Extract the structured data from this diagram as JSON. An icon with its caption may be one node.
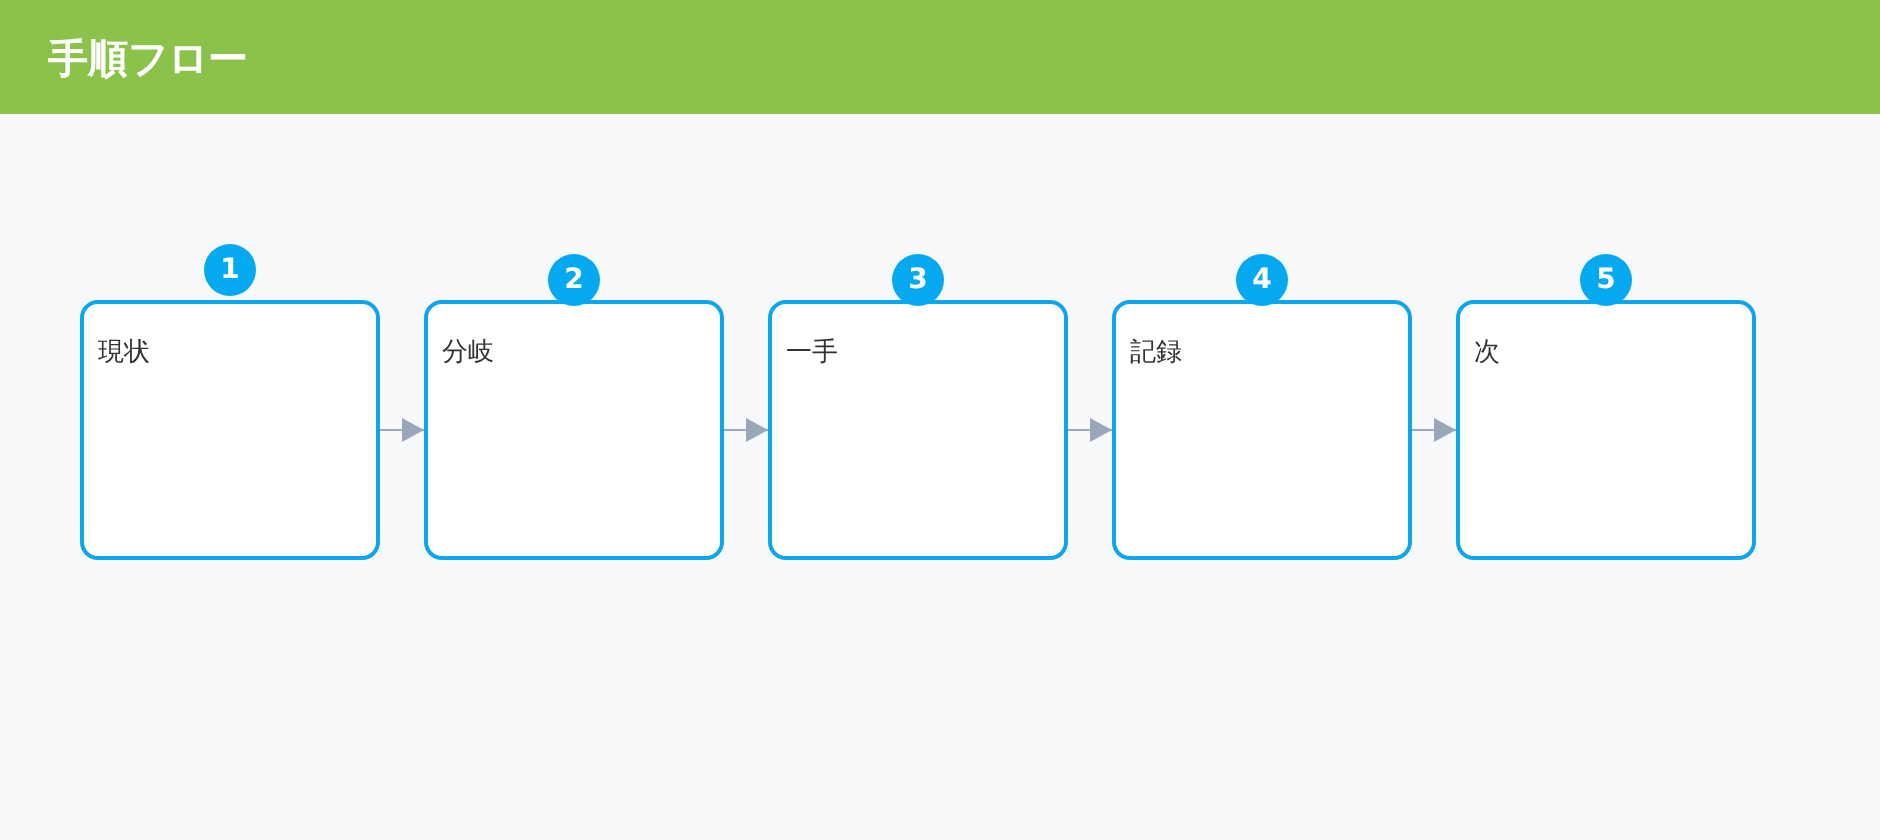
{
  "diagram": {
    "title": "手順フロー",
    "nodes": [
      {
        "text": [
          "現状"
        ],
        "beside": [
          "1"
        ]
      },
      {
        "text": [
          "分岐"
        ],
        "beside": [
          "2"
        ]
      },
      {
        "text": [
          "一手"
        ],
        "beside": [
          "3"
        ]
      },
      {
        "text": [
          "記録"
        ],
        "beside": [
          "4"
        ]
      },
      {
        "text": [
          "次"
        ],
        "beside": [
          "5"
        ]
      }
    ],
    "edges": [
      {
        "from": 0,
        "to": 1,
        "arrow": "to"
      },
      {
        "from": 1,
        "to": 2,
        "arrow": "to"
      },
      {
        "from": 2,
        "to": 3,
        "arrow": "to"
      },
      {
        "from": 3,
        "to": 4,
        "arrow": "to"
      }
    ]
  }
}
